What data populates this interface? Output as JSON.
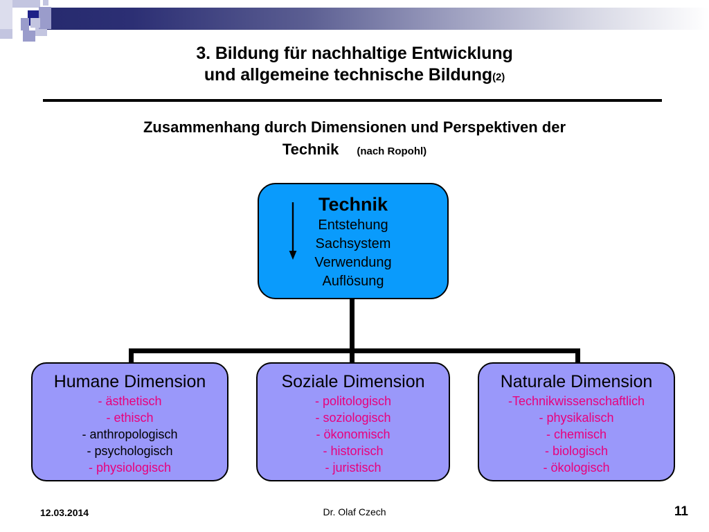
{
  "slide": {
    "title_line1": "3. Bildung für nachhaltige Entwicklung",
    "title_line2": "und allgemeine technische Bildung",
    "title_suffix": "(2)",
    "subtitle_line1": "Zusammenhang durch Dimensionen und Perspektiven der",
    "subtitle_line2": "Technik",
    "subtitle_note": "(nach Ropohl)"
  },
  "diagram": {
    "root": {
      "heading": "Technik",
      "arrow_icon": "down-arrow-icon",
      "items": [
        "Entstehung",
        "Sachsystem",
        "Verwendung",
        "Auflösung"
      ],
      "fill_color": "#0a9bfc",
      "border_color": "#000000"
    },
    "children": [
      {
        "heading": "Humane Dimension",
        "fill_color": "#9a98fa",
        "items": [
          {
            "text": "- ästhetisch",
            "color": "#e8007c"
          },
          {
            "text": "- ethisch",
            "color": "#e8007c"
          },
          {
            "text": "- anthropologisch",
            "color": "#000000"
          },
          {
            "text": "- psychologisch",
            "color": "#000000"
          },
          {
            "text": "- physiologisch",
            "color": "#e8007c"
          }
        ]
      },
      {
        "heading": "Soziale Dimension",
        "fill_color": "#9a98fa",
        "items": [
          {
            "text": "- politologisch",
            "color": "#e8007c"
          },
          {
            "text": "- soziologisch",
            "color": "#e8007c"
          },
          {
            "text": "- ökonomisch",
            "color": "#e8007c"
          },
          {
            "text": "- historisch",
            "color": "#e8007c"
          },
          {
            "text": "- juristisch",
            "color": "#e8007c"
          }
        ]
      },
      {
        "heading": "Naturale Dimension",
        "fill_color": "#9a98fa",
        "items": [
          {
            "text": "-Technikwissenschaftlich",
            "color": "#e8007c"
          },
          {
            "text": "- physikalisch",
            "color": "#e8007c"
          },
          {
            "text": "- chemisch",
            "color": "#e8007c"
          },
          {
            "text": "- biologisch",
            "color": "#e8007c"
          },
          {
            "text": "- ökologisch",
            "color": "#e8007c"
          }
        ]
      }
    ]
  },
  "footer": {
    "date": "12.03.2014",
    "author": "Dr. Olaf Czech",
    "page_number": "11"
  },
  "theme": {
    "band_dark": "#262a6e",
    "accent_blue": "#0a9bfc",
    "accent_purple": "#9a98fa",
    "accent_magenta": "#e8007c"
  }
}
